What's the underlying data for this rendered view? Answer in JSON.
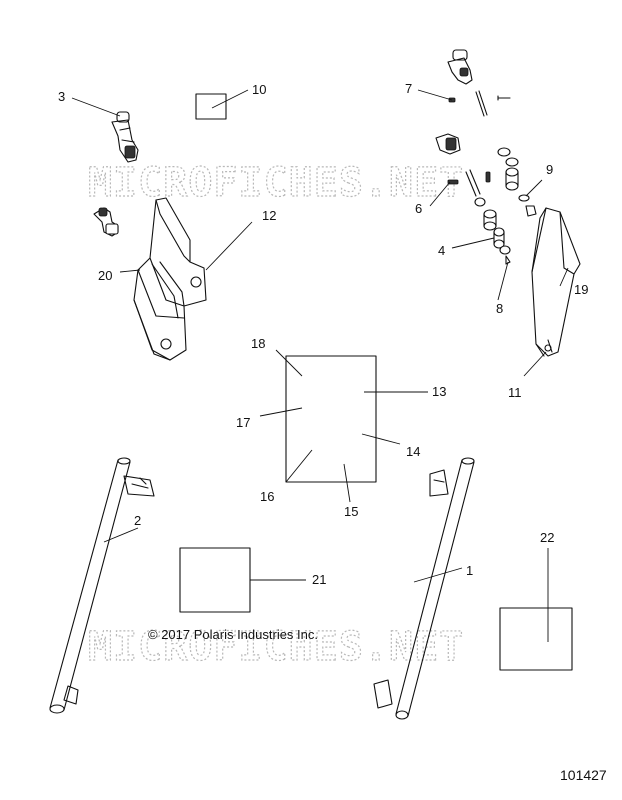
{
  "watermark": {
    "text": "MICROFICHES.NET"
  },
  "copyright": "© 2017 Polaris Industries Inc.",
  "figure_number": "101427",
  "callouts": {
    "c1": "1",
    "c2": "2",
    "c3": "3",
    "c4": "4",
    "c6": "6",
    "c7": "7",
    "c8": "8",
    "c9": "9",
    "c10": "10",
    "c11": "11",
    "c12": "12",
    "c13": "13",
    "c14": "14",
    "c15": "15",
    "c16": "16",
    "c17": "17",
    "c18": "18",
    "c19": "19",
    "c20": "20",
    "c21": "21",
    "c22": "22"
  }
}
